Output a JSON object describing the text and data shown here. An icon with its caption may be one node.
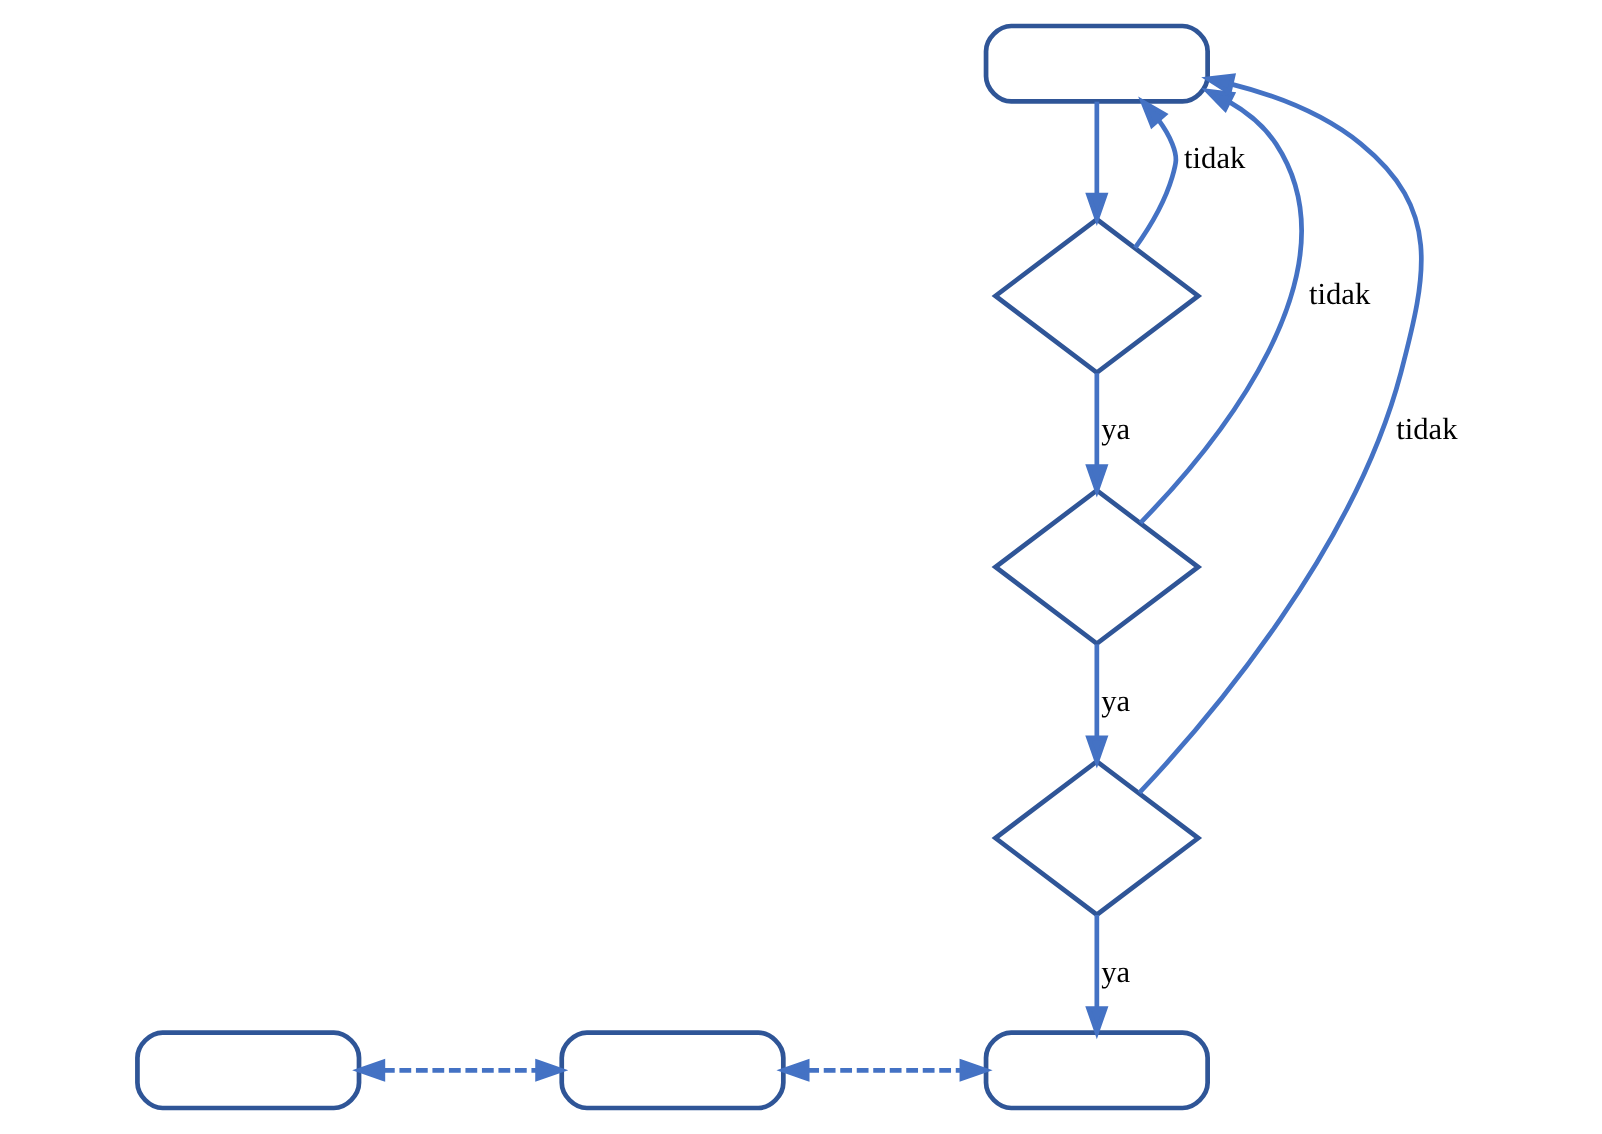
{
  "diagram": {
    "nodes": [
      {
        "text": [],
        "shape": "box"
      },
      {
        "text": [],
        "shape": "diamond"
      },
      {
        "text": [],
        "shape": "diamond"
      },
      {
        "text": [],
        "shape": "diamond"
      },
      {
        "text": [],
        "shape": "box"
      },
      {
        "text": [],
        "shape": "box"
      },
      {
        "text": [],
        "shape": "box"
      }
    ],
    "edges": [
      {
        "from": 0,
        "to": 1,
        "arrow": "to"
      },
      {
        "from": 1,
        "to": 0,
        "arrow": "to",
        "label": "tidak"
      },
      {
        "from": 1,
        "to": 2,
        "arrow": "to",
        "label": "ya"
      },
      {
        "from": 2,
        "to": 0,
        "arrow": "to",
        "label": "tidak"
      },
      {
        "from": 2,
        "to": 3,
        "arrow": "to",
        "label": "ya"
      },
      {
        "from": 3,
        "to": 0,
        "arrow": "to",
        "label": "tidak"
      },
      {
        "from": 3,
        "to": 6,
        "arrow": "to",
        "label": "ya"
      },
      {
        "from": 4,
        "to": 5,
        "arrow": "both",
        "style": "dashed"
      },
      {
        "from": 5,
        "to": 6,
        "arrow": "both",
        "style": "dashed"
      }
    ]
  }
}
